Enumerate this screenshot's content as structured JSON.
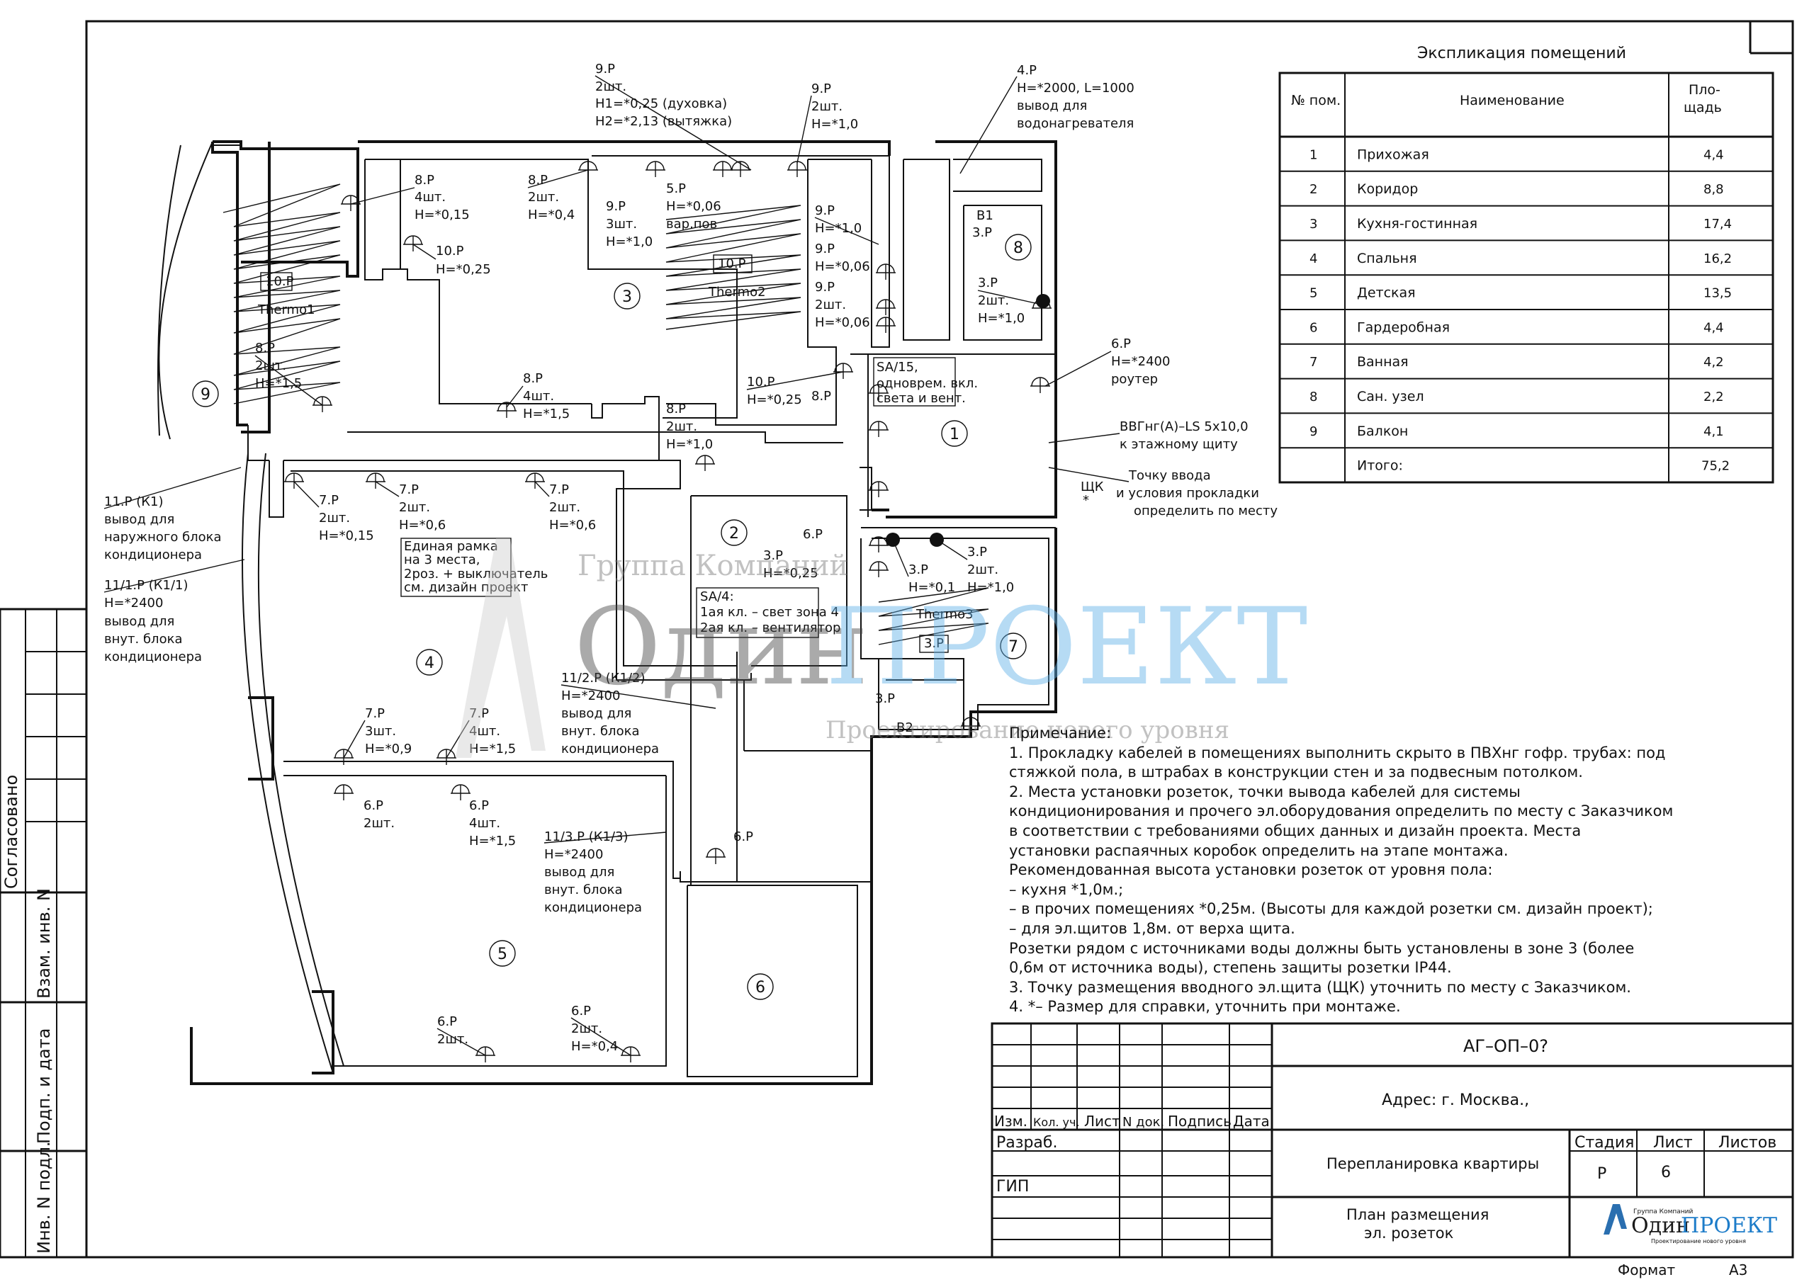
{
  "explication": {
    "title": "Экспликация помещений",
    "headers": [
      "№ пом.",
      "Наименование",
      "Пло-\nщадь"
    ],
    "rows": [
      {
        "no": "1",
        "name": "Прихожая",
        "area": "4,4"
      },
      {
        "no": "2",
        "name": "Коридор",
        "area": "8,8"
      },
      {
        "no": "3",
        "name": "Кухня-гостинная",
        "area": "17,4"
      },
      {
        "no": "4",
        "name": "Спальня",
        "area": "16,2"
      },
      {
        "no": "5",
        "name": "Детская",
        "area": "13,5"
      },
      {
        "no": "6",
        "name": "Гардеробная",
        "area": "4,4"
      },
      {
        "no": "7",
        "name": "Ванная",
        "area": "4,2"
      },
      {
        "no": "8",
        "name": "Сан. узел",
        "area": "2,2"
      },
      {
        "no": "9",
        "name": "Балкон",
        "area": "4,1"
      }
    ],
    "total_label": "Итого:",
    "total_area": "75,2"
  },
  "notes": [
    "Примечание:",
    "1. Прокладку кабелей в помещениях выполнить скрыто в ПВХнг гофр. трубах: под",
    "стяжкой пола, в штрабах в конструкции стен и за подвесным потолком.",
    "2. Места установки розеток, точки вывода кабелей для системы",
    "кондиционирования и прочего эл.оборудования определить по месту с Заказчиком",
    "в соответствии с требованиями общих данных и дизайн проекта. Места",
    "установки распаячных коробок определить на этапе монтажа.",
    "     Рекомендованная высота установки розеток от уровня пола:",
    "–  кухня *1,0м.;",
    "–  в прочих помещениях *0,25м. (Высоты для каждой розетки см. дизайн проект);",
    "–  для эл.щитов 1,8м. от верха щита.",
    "   Розетки рядом с источниками воды должны быть установлены в зоне 3 (более",
    "0,6м от источника воды), степень защиты розетки IP44.",
    "3. Точку размещения вводного эл.щита (ЩК) уточнить по месту с Заказчиком.",
    "4. *– Размер для справки, уточнить при монтаже."
  ],
  "title_block": {
    "doc_code": "АГ–ОП–0?",
    "address": "Адрес: г. Москва.,",
    "col_headers": [
      "Изм.",
      "Кол. уч.",
      "Лист",
      "N док.",
      "Подпись",
      "Дата"
    ],
    "razrab": "Разраб.",
    "gip": "ГИП",
    "project_name": "Перепланировка квартиры",
    "sheet_title_1": "План размещения",
    "sheet_title_2": "эл. розеток",
    "stage_label": "Стадия",
    "sheet_label": "Лист",
    "sheets_label": "Листов",
    "stage_value": "Р",
    "sheet_value": "6",
    "sheets_value": "",
    "logo_small": "Группа Компаний",
    "logo_main_1": "Один",
    "logo_main_2": "ПРОЕКТ",
    "logo_sub": "Проектирование нового уровня",
    "format_label": "Формат",
    "format_value": "А3"
  },
  "side_stamp": {
    "agreed": "Согласовано",
    "vzam": "Взам. инв. N",
    "podp": "Подп. и дата",
    "inv": "Инв. N подл."
  },
  "watermark": {
    "top": "Группа Компаний",
    "main_1": "Один",
    "main_2": "ПРОЕКТ",
    "bottom": "Проектирование нового уровня"
  },
  "rooms": [
    "1",
    "2",
    "3",
    "4",
    "5",
    "6",
    "7",
    "8",
    "9"
  ],
  "plan_labels": {
    "p9_title": "9.Р",
    "p9_l1": "2шт.",
    "p9_l2": "Н1=*0,25 (духовка)",
    "p9_l3": "Н2=*2,13 (вытяжка)",
    "p9b_title": "9.Р",
    "p9b_l1": "2шт.",
    "p9b_l2": "Н=*1,0",
    "p4_title": "4.Р",
    "p4_l1": "Н=*2000, L=1000",
    "p4_l2": "вывод для",
    "p4_l3": "водонагревателя",
    "p8a_title": "8.Р",
    "p8a_l1": "4шт.",
    "p8a_l2": "Н=*0,15",
    "p8b_title": "8.Р",
    "p8b_l1": "2шт.",
    "p8b_l2": "Н=*0,4",
    "p10a_title": "10.Р",
    "p10a_l1": "Н=*0,25",
    "p5_title": "5.Р",
    "p5_l1": "Н=*0,06",
    "p5_l2": "вар.пов",
    "p9c_title": "9.Р",
    "p9c_l1": "3шт.",
    "p9c_l2": "Н=*1,0",
    "p9d_title": "9.Р",
    "p9d_l1": "Н=*1,0",
    "p9e_title": "9.Р",
    "p9e_l1": "Н=*0,06",
    "p9f_title": "9.Р",
    "p9f_l1": "2шт.",
    "p9f_l2": "Н=*0,06",
    "b1": "В1",
    "b2": "В2",
    "p3a_title": "3.Р",
    "p3b_title": "3.Р",
    "p3b_l1": "2шт.",
    "p3b_l2": "Н=*1,0",
    "box10_1": "10.Р",
    "box10_2": "10.Р",
    "box3": "3.Р",
    "thermo1": "Thermo1",
    "thermo2": "Thermo2",
    "thermo3": "Thermo3",
    "p8c_title": "8.Р",
    "p8c_l1": "2шт.",
    "p8c_l2": "Н=*1,5",
    "p8d_title": "8.Р",
    "p8d_l1": "4шт.",
    "p8d_l2": "Н=*1,5",
    "p10b_title": "10.Р",
    "p10b_l1": "Н=*0,25",
    "p8e": "8.Р",
    "p8f_title": "8.Р",
    "p8f_l1": "2шт.",
    "p8f_l2": "Н=*1,0",
    "sa15_l1": "SA/15,",
    "sa15_l2": "одноврем. вкл.",
    "sa15_l3": "света и вент.",
    "p6a_title": "6.Р",
    "p6a_l1": "Н=*2400",
    "p6a_l2": "роутер",
    "cable_l1": "ВВГнг(А)–LS  5х10,0",
    "cable_l2": "к этажному щиту",
    "shk": "ЩК",
    "star": "*",
    "entry_l1": "Точку ввода",
    "entry_l2": "и условия прокладки",
    "entry_l3": "определить по месту",
    "p11a_title": "11.Р (К1)",
    "p11a_l1": "вывод для",
    "p11a_l2": "наружного блока",
    "p11a_l3": "кондиционера",
    "p111_title": "11/1.Р (К1/1)",
    "p111_l1": "Н=*2400",
    "p111_l2": "вывод для",
    "p111_l3": "внут. блока",
    "p111_l4": "кондиционера",
    "p7a_title": "7.Р",
    "p7a_l1": "2шт.",
    "p7a_l2": "Н=*0,15",
    "p7b_title": "7.Р",
    "p7b_l1": "2шт.",
    "p7b_l2": "Н=*0,6",
    "p7c_title": "7.Р",
    "p7c_l1": "2шт.",
    "p7c_l2": "Н=*0,6",
    "frame_l1": "Единая рамка",
    "frame_l2": "на 3 места,",
    "frame_l3": "2роз. + выключатель",
    "frame_l4": "см. дизайн проект",
    "p6b_title": "6.Р",
    "p3c_title": "3.Р",
    "p3c_l1": "Н=*0,25",
    "sa4_l1": "SA/4:",
    "sa4_l2": "1ая кл. – свет зона 4",
    "sa4_l3": "2ая кл. – вентилятор",
    "p3d_title": "3.Р",
    "p3d_l1": "Н=*0,1",
    "p3e_title": "3.Р",
    "p3e_l1": "2шт.",
    "p3e_l2": "Н=*1,0",
    "p3f_title": "3.Р",
    "p112_title": "11/2.Р (К1/2)",
    "p112_l1": "Н=*2400",
    "p112_l2": "вывод для",
    "p112_l3": "внут. блока",
    "p112_l4": "кондиционера",
    "p7d_title": "7.Р",
    "p7d_l1": "3шт.",
    "p7d_l2": "Н=*0,9",
    "p7e_title": "7.Р",
    "p7e_l1": "4шт.",
    "p7e_l2": "Н=*1,5",
    "p6c_title": "6.Р",
    "p6c_l1": "2шт.",
    "p6d_title": "6.Р",
    "p6d_l1": "4шт.",
    "p6d_l2": "Н=*1,5",
    "p113_title": "11/3.Р (К1/3)",
    "p113_l1": "Н=*2400",
    "p113_l2": "вывод для",
    "p113_l3": "внут. блока",
    "p113_l4": "кондиционера",
    "p6e_title": "6.Р",
    "p6f_title": "6.Р",
    "p6f_l1": "2шт.",
    "p6g_title": "6.Р",
    "p6g_l1": "2шт.",
    "p6g_l2": "Н=*0,4"
  }
}
